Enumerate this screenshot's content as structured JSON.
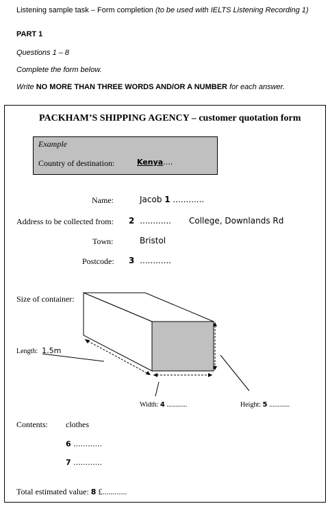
{
  "header": {
    "intro_plain": "Listening sample task – Form completion ",
    "intro_italic": "(to be used with IELTS Listening Recording 1)",
    "part": "PART 1",
    "questions": "Questions 1 – 8",
    "instruction1": "Complete the form below.",
    "instruction2_pre": "Write ",
    "instruction2_bold": "NO MORE THAN THREE WORDS AND/OR A NUMBER",
    "instruction2_post": " for each answer."
  },
  "form": {
    "title": "PACKHAM’S SHIPPING AGENCY – customer quotation form",
    "example": {
      "heading": "Example",
      "label": "Country of destination:",
      "answer": "Kenya",
      "dots": "...."
    },
    "name": {
      "label": "Name:",
      "value": "Jacob",
      "num": "1",
      "dots": "............"
    },
    "address": {
      "label": "Address to be collected from:",
      "num": "2",
      "dots": "............",
      "value": "College, Downlands Rd"
    },
    "town": {
      "label": "Town:",
      "value": "Bristol"
    },
    "postcode": {
      "label": "Postcode:",
      "num": "3",
      "dots": "............"
    },
    "container": {
      "label": "Size of container:",
      "length_label": "Length:",
      "length_value": "1.5m",
      "width_label": "Width:",
      "width_num": "4",
      "width_dots": "............",
      "height_label": "Height:",
      "height_num": "5",
      "height_dots": "............"
    },
    "contents": {
      "label": "Contents:",
      "value": "clothes",
      "q6_num": "6",
      "q6_dots": "............",
      "q7_num": "7",
      "q7_dots": "............"
    },
    "total": {
      "label": "Total estimated value:",
      "num": "8",
      "currency": "£",
      "dots": "............"
    }
  }
}
